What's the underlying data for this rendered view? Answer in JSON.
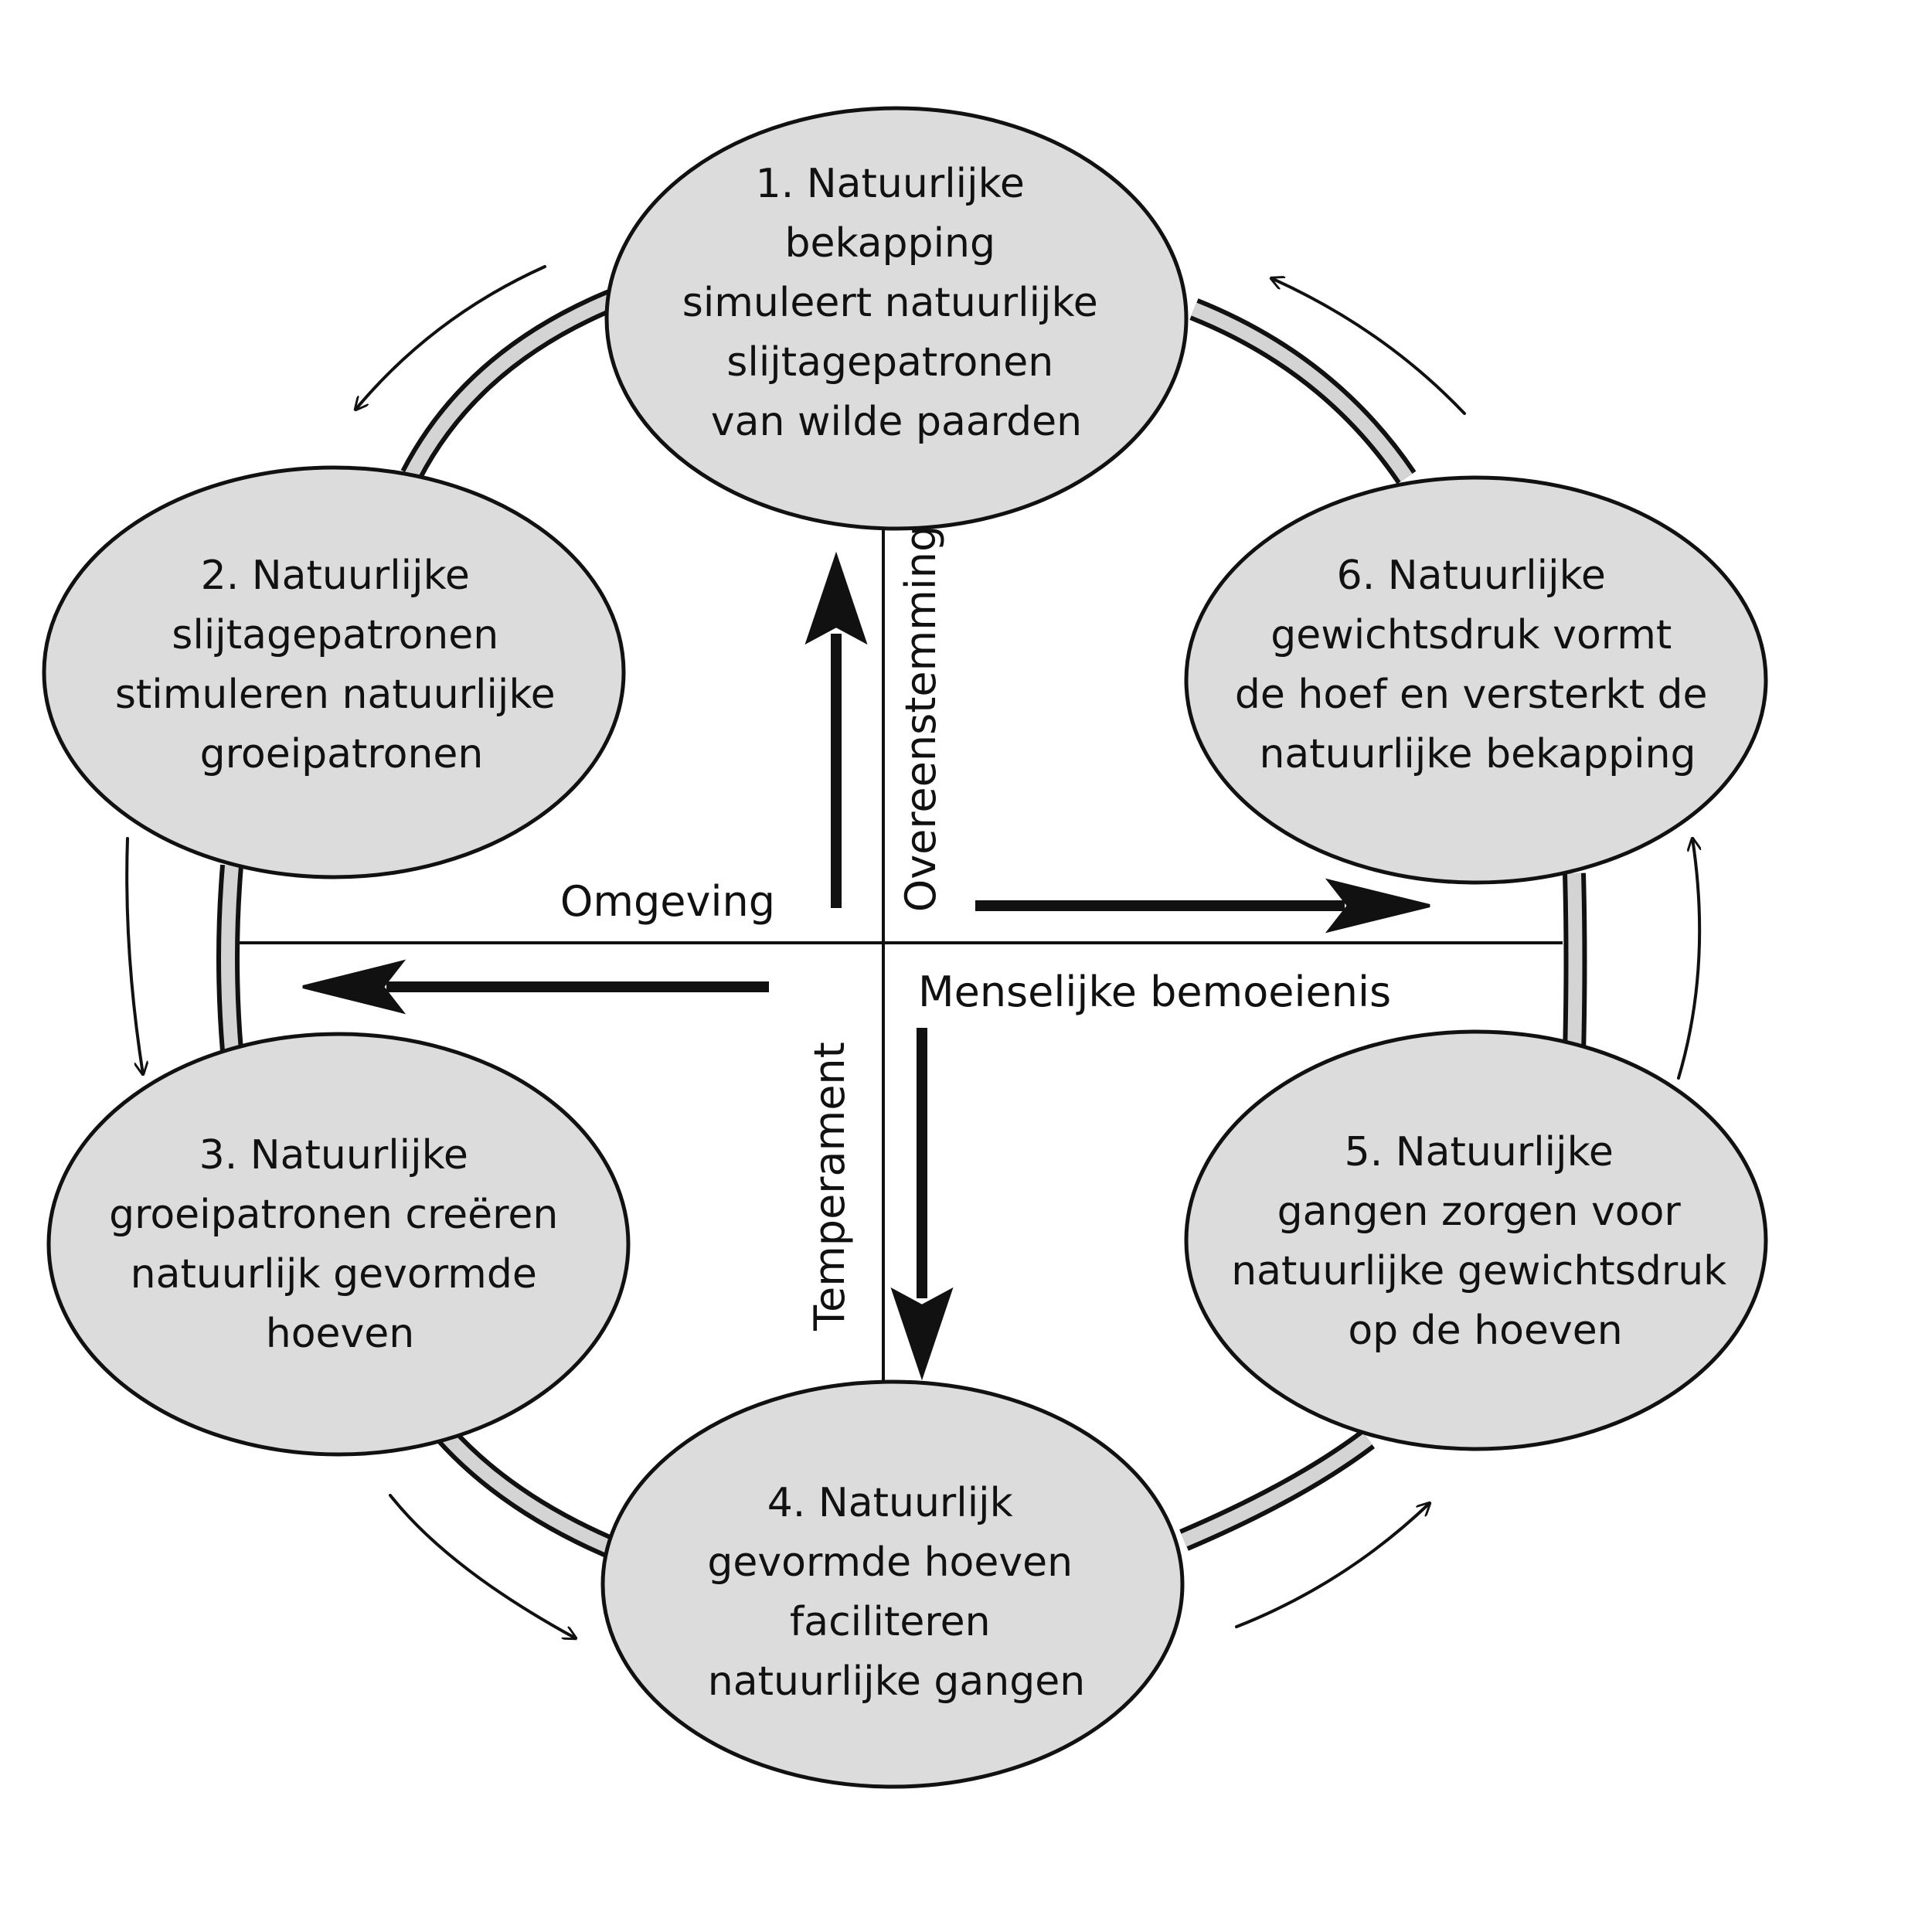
{
  "nodes": [
    {
      "id": 1,
      "lines": [
        "1. Natuurlijke",
        "bekapping",
        "simuleert natuurlijke",
        "slijtagepatronen",
        "van wilde paarden"
      ]
    },
    {
      "id": 2,
      "lines": [
        "2. Natuurlijke",
        "slijtagepatronen",
        "stimuleren natuurlijke",
        "groeipatronen"
      ]
    },
    {
      "id": 3,
      "lines": [
        "3. Natuurlijke",
        "groeipatronen creëren",
        "natuurlijk gevormde",
        "hoeven"
      ]
    },
    {
      "id": 4,
      "lines": [
        "4. Natuurlijk",
        "gevormde hoeven",
        "faciliteren",
        "natuurlijke gangen"
      ]
    },
    {
      "id": 5,
      "lines": [
        "5. Natuurlijke",
        "gangen zorgen voor",
        "natuurlijke gewichtsdruk",
        "op de hoeven"
      ]
    },
    {
      "id": 6,
      "lines": [
        "6. Natuurlijke",
        "gewichtsdruk vormt",
        "de hoef en versterkt de",
        "natuurlijke bekapping"
      ]
    }
  ],
  "axes": {
    "top": "Overeenstemming",
    "left": "Omgeving",
    "right": "Menselijke bemoeienis",
    "bottom": "Temperament"
  },
  "colors": {
    "node_fill": "#dcdcdc",
    "ring_fill": "#d4d4d4",
    "stroke": "#111111"
  }
}
